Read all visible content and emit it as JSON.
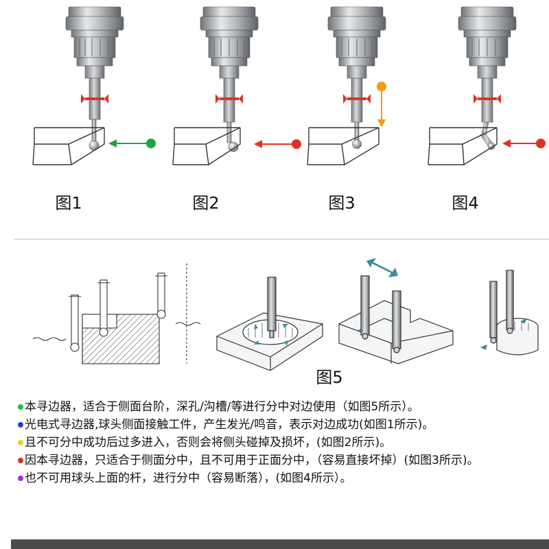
{
  "figures": [
    {
      "label": "图1",
      "arrow_color": "#1fa53c"
    },
    {
      "label": "图2",
      "arrow_color": "#e3311f"
    },
    {
      "label": "图3",
      "arrow_color": "#f39c12"
    },
    {
      "label": "图4",
      "arrow_color": "#e3311f"
    }
  ],
  "fig5_label": "图5",
  "colors": {
    "tool_gray": "#8f9397",
    "light_gray": "#d4d6d8",
    "signal_red": "#e3311f",
    "dir_arrow": "#3e8c96"
  },
  "notes": [
    {
      "color": "#19c23c",
      "text": "本寻边器，适合于侧面台阶，深孔/沟槽/等进行分中对边使用（如图5所示）。"
    },
    {
      "color": "#1f3fd6",
      "text": "光电式寻边器,球头侧面接触工件，产生发光/鸣音，表示对边成功(如图1所示)。"
    },
    {
      "color": "#f2d21b",
      "text": "且不可分中成功后过多进入，否则会将侧头碰掉及损坏，(如图2所示)。"
    },
    {
      "color": "#e32b1f",
      "text": "因本寻边器，只适合于侧面分中，且不可用于正面分中，（容易直接坏掉）(如图3所示)。"
    },
    {
      "color": "#b02ad6",
      "text": "也不可用球头上面的杆，进行分中（容易断落），(如图4所示）。"
    }
  ]
}
